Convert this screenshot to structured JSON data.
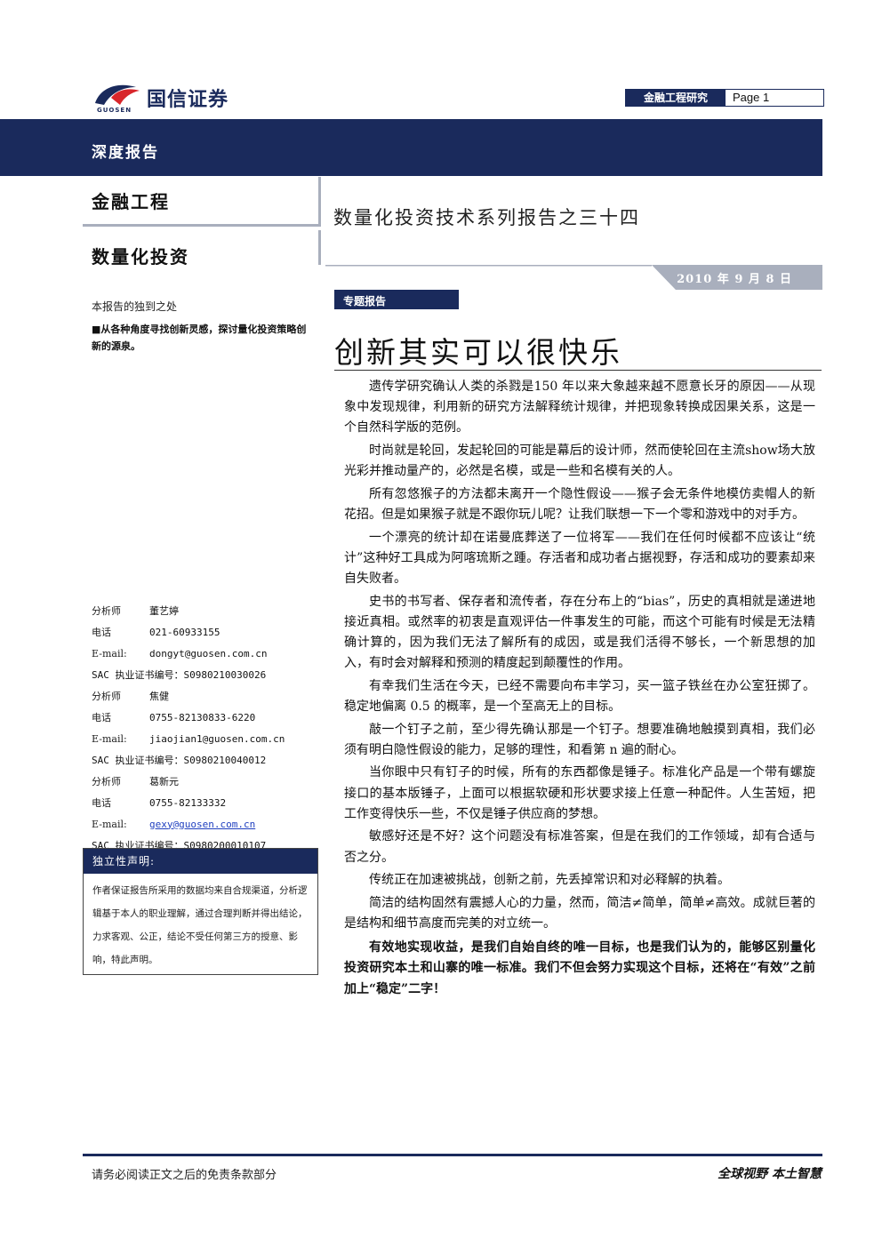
{
  "header": {
    "logo_text": "国信证券",
    "logo_sub": "GUOSEN",
    "tag_category": "金融工程研究",
    "page_label": "Page 1",
    "banner": "深度报告",
    "category1": "金融工程",
    "category2": "数量化投资",
    "series_title": "数量化投资技术系列报告之三十四",
    "date": "2010 年 9 月 8 日"
  },
  "sidebar": {
    "unique_title": "本报告的独到之处",
    "unique_body": "■从各种角度寻找创新灵感，探讨量化投资策略创新的源泉。",
    "analysts": [
      {
        "role_label": "分析师",
        "name": "董艺婷",
        "phone_label": "电话",
        "phone": "021-60933155",
        "email_label": "E-mail:",
        "email": "dongyt@guosen.com.cn",
        "sac": "SAC 执业证书编号：S0980210030026"
      },
      {
        "role_label": "分析师",
        "name": "焦健",
        "phone_label": "电话",
        "phone": "0755-82130833-6220",
        "email_label": "E-mail:",
        "email": "jiaojian1@guosen.com.cn",
        "sac": "SAC 执业证书编号：S0980210040012"
      },
      {
        "role_label": "分析师",
        "name": "葛新元",
        "phone_label": "电话",
        "phone": "0755-82133332",
        "email_label": "E-mail:",
        "email": "gexy@guosen.com.cn",
        "sac": "SAC 执业证书编号：S0980200010107"
      }
    ],
    "independence_title": "独立性声明:",
    "independence_body": "作者保证报告所采用的数据均来自合规渠道，分析逻辑基于本人的职业理解，通过合理判断并得出结论，力求客观、公正，结论不受任何第三方的授意、影响，特此声明。"
  },
  "main": {
    "tag": "专题报告",
    "title": "创新其实可以很快乐",
    "paragraphs": [
      "遗传学研究确认人类的杀戮是150 年以来大象越来越不愿意长牙的原因——从现象中发现规律，利用新的研究方法解释统计规律，并把现象转换成因果关系，这是一个自然科学版的范例。",
      "时尚就是轮回，发起轮回的可能是幕后的设计师，然而使轮回在主流show场大放光彩并推动量产的，必然是名模，或是一些和名模有关的人。",
      "所有忽悠猴子的方法都未离开一个隐性假设——猴子会无条件地模仿卖帽人的新花招。但是如果猴子就是不跟你玩儿呢？让我们联想一下一个零和游戏中的对手方。",
      "一个漂亮的统计却在诺曼底葬送了一位将军——我们在任何时候都不应该让“统计”这种好工具成为阿喀琉斯之踵。存活者和成功者占据视野，存活和成功的要素却来自失败者。",
      "史书的书写者、保存者和流传者，存在分布上的“bias”，历史的真相就是递进地接近真相。或然率的初衷是直观评估一件事发生的可能，而这个可能有时候是无法精确计算的，因为我们无法了解所有的成因，或是我们活得不够长，一个新思想的加入，有时会对解释和预测的精度起到颠覆性的作用。",
      "有幸我们生活在今天，已经不需要向布丰学习，买一篮子铁丝在办公室狂掷了。稳定地偏离 0.5 的概率，是一个至高无上的目标。",
      "敲一个钉子之前，至少得先确认那是一个钉子。想要准确地触摸到真相，我们必须有明白隐性假设的能力，足够的理性，和看第 n 遍的耐心。",
      "当你眼中只有钉子的时候，所有的东西都像是锤子。标准化产品是一个带有螺旋接口的基本版锤子，上面可以根据软硬和形状要求接上任意一种配件。人生苦短，把工作变得快乐一些，不仅是锤子供应商的梦想。",
      "敏感好还是不好？这个问题没有标准答案，但是在我们的工作领域，却有合适与否之分。",
      "传统正在加速被挑战，创新之前，先丢掉常识和对必释解的执着。",
      "简洁的结构固然有震撼人心的力量，然而，简洁≠简单，简单≠高效。成就巨著的是结构和细节高度而完美的对立统一。"
    ],
    "closing": "有效地实现收益，是我们自始自终的唯一目标，也是我们认为的，能够区别量化投资研究本土和山寨的唯一标准。我们不但会努力实现这个目标，还将在“有效”之前加上“稳定”二字！"
  },
  "footer": {
    "disclaimer": "请务必阅读正文之后的免责条款部分",
    "slogan": "全球视野  本土智慧"
  },
  "colors": {
    "navy": "#1a2a5c",
    "gray": "#a9afbd",
    "logo_red": "#d8262b"
  }
}
